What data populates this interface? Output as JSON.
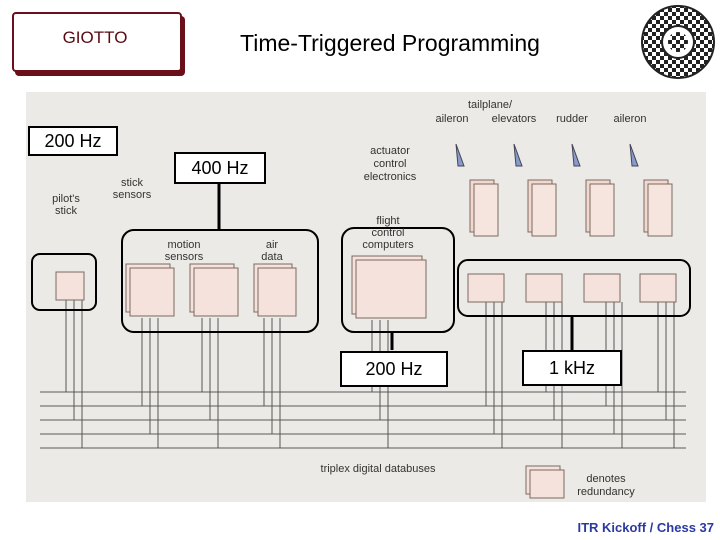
{
  "header": {
    "badge": "GIOTTO",
    "title": "Time-Triggered Programming"
  },
  "logo": {
    "icon": "chess-logo-icon"
  },
  "rates": {
    "pilot": "200 Hz",
    "sensors": "400 Hz",
    "computers": "200 Hz",
    "actuators": "1 kHz"
  },
  "labels": {
    "tail_top": "tailplane/",
    "aileron_left": "aileron",
    "elevators": "elevators",
    "rudder": "rudder",
    "aileron_right": "aileron",
    "actuator": [
      "actuator",
      "control",
      "electronics"
    ],
    "stick": [
      "stick",
      "sensors"
    ],
    "pilot": [
      "pilot's",
      "stick"
    ],
    "flight": [
      "flight",
      "control",
      "computers"
    ],
    "motion": [
      "motion",
      "sensors"
    ],
    "air": [
      "air",
      "data"
    ],
    "databuses": "triplex digital databuses",
    "legend": [
      "denotes",
      "redundancy"
    ]
  },
  "footer": "ITR Kickoff / Chess 37"
}
